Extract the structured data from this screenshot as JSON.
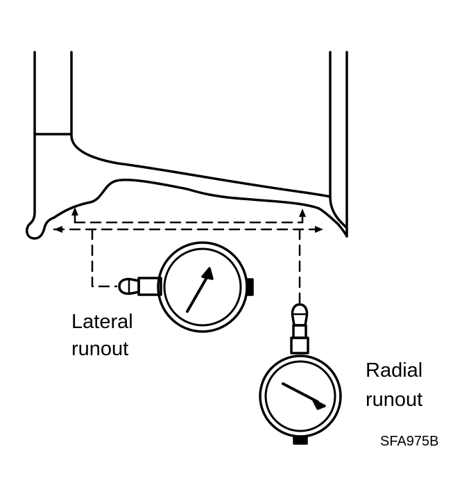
{
  "labels": {
    "lateral_line1": "Lateral",
    "lateral_line2": "runout",
    "radial_line1": "Radial",
    "radial_line2": "runout",
    "figure_code": "SFA975B"
  },
  "colors": {
    "ink": "#000000",
    "paper": "#ffffff"
  }
}
